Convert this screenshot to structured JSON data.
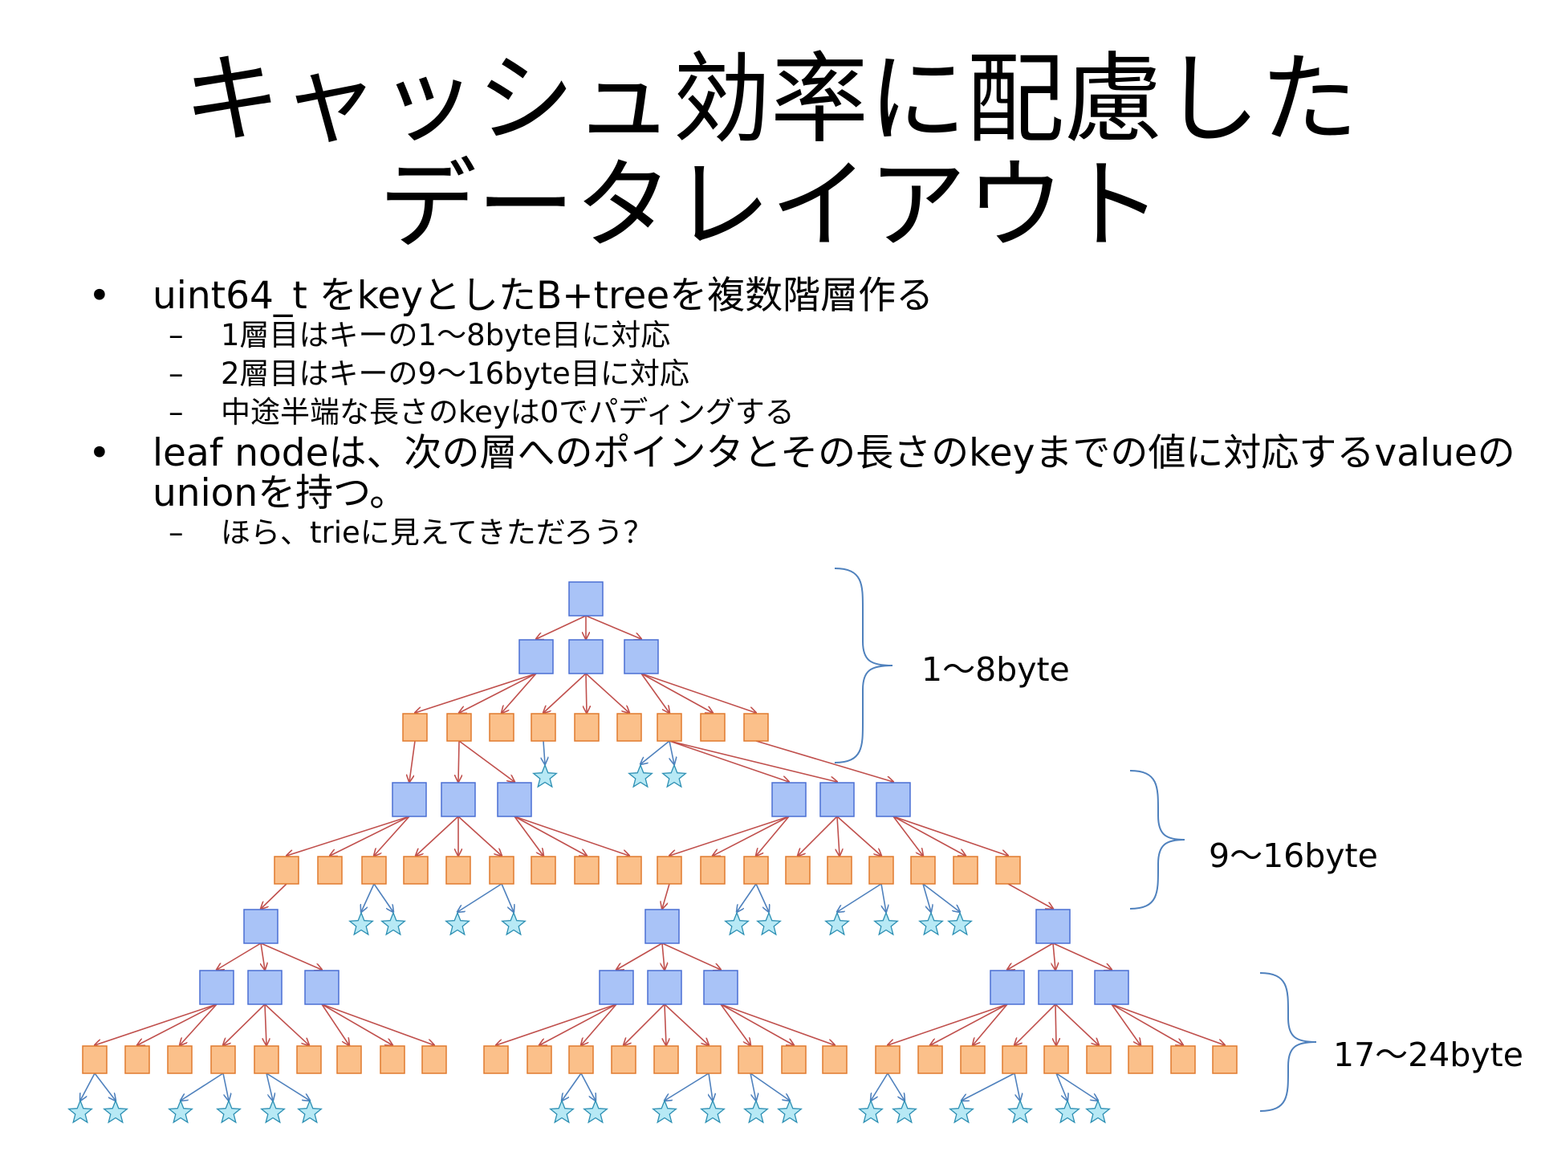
{
  "slide": {
    "title_line1": "キャッシュ効率に配慮した",
    "title_line2": "データレイアウト",
    "bullets": [
      {
        "marker": "•",
        "text": "uint64_t をkeyとしたB+treeを複数階層作る"
      },
      {
        "marker": "–",
        "text": "1層目はキーの1～8byte目に対応"
      },
      {
        "marker": "–",
        "text": "2層目はキーの9～16byte目に対応"
      },
      {
        "marker": "–",
        "text": "中途半端な長さのkeyは0でパディングする"
      },
      {
        "marker": "•",
        "text": "leaf nodeは、次の層へのポインタとその長さのkeyまでの値に対応するvalueの"
      },
      {
        "marker": "",
        "text": "unionを持つ。"
      },
      {
        "marker": "–",
        "text": "ほら、trieに見えてきただろう？"
      }
    ],
    "brace_labels": [
      "1～8byte",
      "9～16byte",
      "17～24byte"
    ]
  },
  "colors": {
    "inner_node_fill": "#a9c3f7",
    "inner_node_stroke": "#4a6fd4",
    "leaf_fill": "#fbc08a",
    "leaf_stroke": "#e07a2e",
    "value_star_fill": "#b7e9f5",
    "value_star_stroke": "#2c8fb3",
    "edge_to_node": "#c0504d",
    "edge_to_value": "#4f81bd",
    "brace": "#4f81bd"
  }
}
